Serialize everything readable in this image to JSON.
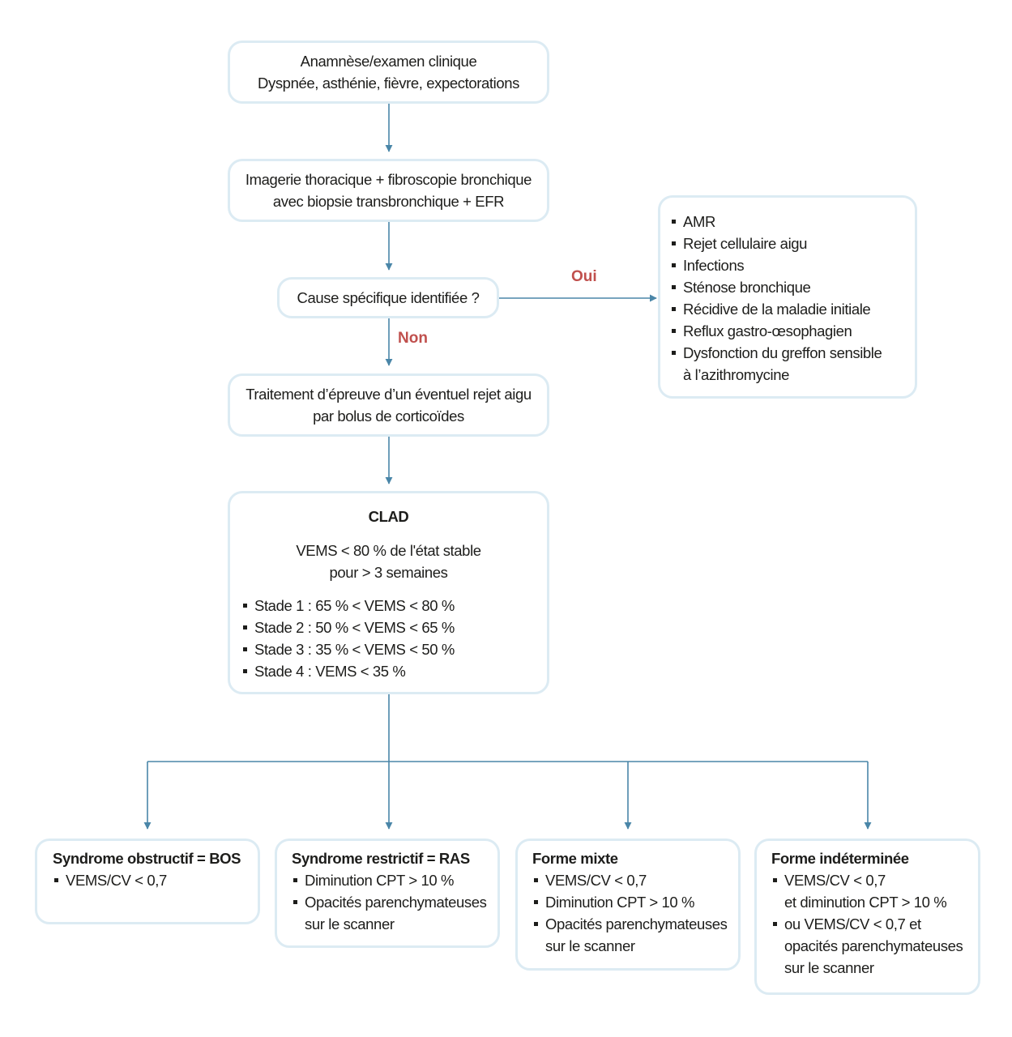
{
  "nodes": {
    "anamnese": {
      "line1": "Anamnèse/examen clinique",
      "line2": "Dyspnée, asthénie, fièvre, expectorations"
    },
    "imagerie": {
      "line1": "Imagerie thoracique + fibroscopie bronchique",
      "line2": "avec biopsie transbronchique + EFR"
    },
    "decision": {
      "text": "Cause spécifique identifiée ?"
    },
    "causes": {
      "items": [
        "AMR",
        "Rejet cellulaire aigu",
        "Infections",
        "Sténose bronchique",
        "Récidive de la maladie initiale",
        "Reflux gastro-œsophagien"
      ],
      "last_line1": "Dysfonction du greffon sensible",
      "last_line2": "à l’azithromycine"
    },
    "traitement": {
      "line1": "Traitement d’épreuve d’un éventuel rejet aigu",
      "line2": "par bolus de corticoïdes"
    },
    "clad": {
      "title": "CLAD",
      "def_line1": "VEMS < 80 % de l'état stable",
      "def_line2": "pour > 3 semaines",
      "stages": [
        "Stade 1 : 65 % < VEMS < 80 %",
        "Stade 2 : 50 % < VEMS < 65 %",
        "Stade 3 : 35 % < VEMS < 50 %",
        "Stade 4 : VEMS < 35 %"
      ]
    },
    "bos": {
      "title": "Syndrome obstructif = BOS",
      "item1": "VEMS/CV < 0,7"
    },
    "ras": {
      "title": "Syndrome restrictif = RAS",
      "item1": "Diminution CPT > 10 %",
      "item2_line1": "Opacités parenchymateuses",
      "item2_line2": "sur le scanner"
    },
    "mixte": {
      "title": "Forme mixte",
      "item1": "VEMS/CV < 0,7",
      "item2": "Diminution CPT > 10 %",
      "item3_line1": "Opacités parenchymateuses",
      "item3_line2": "sur le scanner"
    },
    "indeterminee": {
      "title": "Forme indéterminée",
      "item1_line1": "VEMS/CV < 0,7",
      "item1_line2": "et diminution CPT > 10 %",
      "item2_line1": "ou VEMS/CV < 0,7 et",
      "item2_line2": "opacités parenchymateuses",
      "item2_line3": "sur le scanner"
    }
  },
  "edge_labels": {
    "oui": "Oui",
    "non": "Non"
  },
  "colors": {
    "arrow": "#4a86a8",
    "box_border": "#dcebf3",
    "label": "#c0504d",
    "text": "#1d1d1b"
  }
}
